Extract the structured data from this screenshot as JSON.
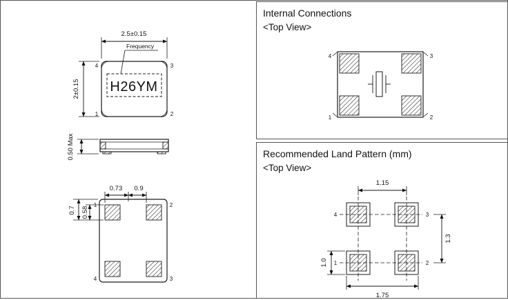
{
  "package_view": {
    "width_dim": "2.5±0.15",
    "height_dim": "2±0.15",
    "frequency_label": "Frequency",
    "marking": "H26YM",
    "pin_tl": "4",
    "pin_tr": "3",
    "pin_bl": "1",
    "pin_br": "2"
  },
  "side_view": {
    "height_dim": "0.50 Max"
  },
  "bottom_view": {
    "dim_pad_offset": "0.73",
    "dim_pad_pitch": "0.9",
    "dim_edge_offset": "0.7",
    "dim_pad_height": "0.58",
    "pin_tl": "1",
    "pin_tr": "2",
    "pin_bl": "4",
    "pin_br": "3"
  },
  "internal_connections": {
    "title": "Internal Connections",
    "subtitle": "<Top View>",
    "pin_tl": "4",
    "pin_tr": "3",
    "pin_bl": "1",
    "pin_br": "2"
  },
  "land_pattern": {
    "title": "Recommended Land Pattern (mm)",
    "subtitle": "<Top View>",
    "dim_col_pitch": "1.15",
    "dim_row_pitch": "1.3",
    "dim_pad_height": "1.0",
    "dim_outer_width": "1.75",
    "pin_tl": "4",
    "pin_tr": "3",
    "pin_bl": "1",
    "pin_br": "2"
  }
}
